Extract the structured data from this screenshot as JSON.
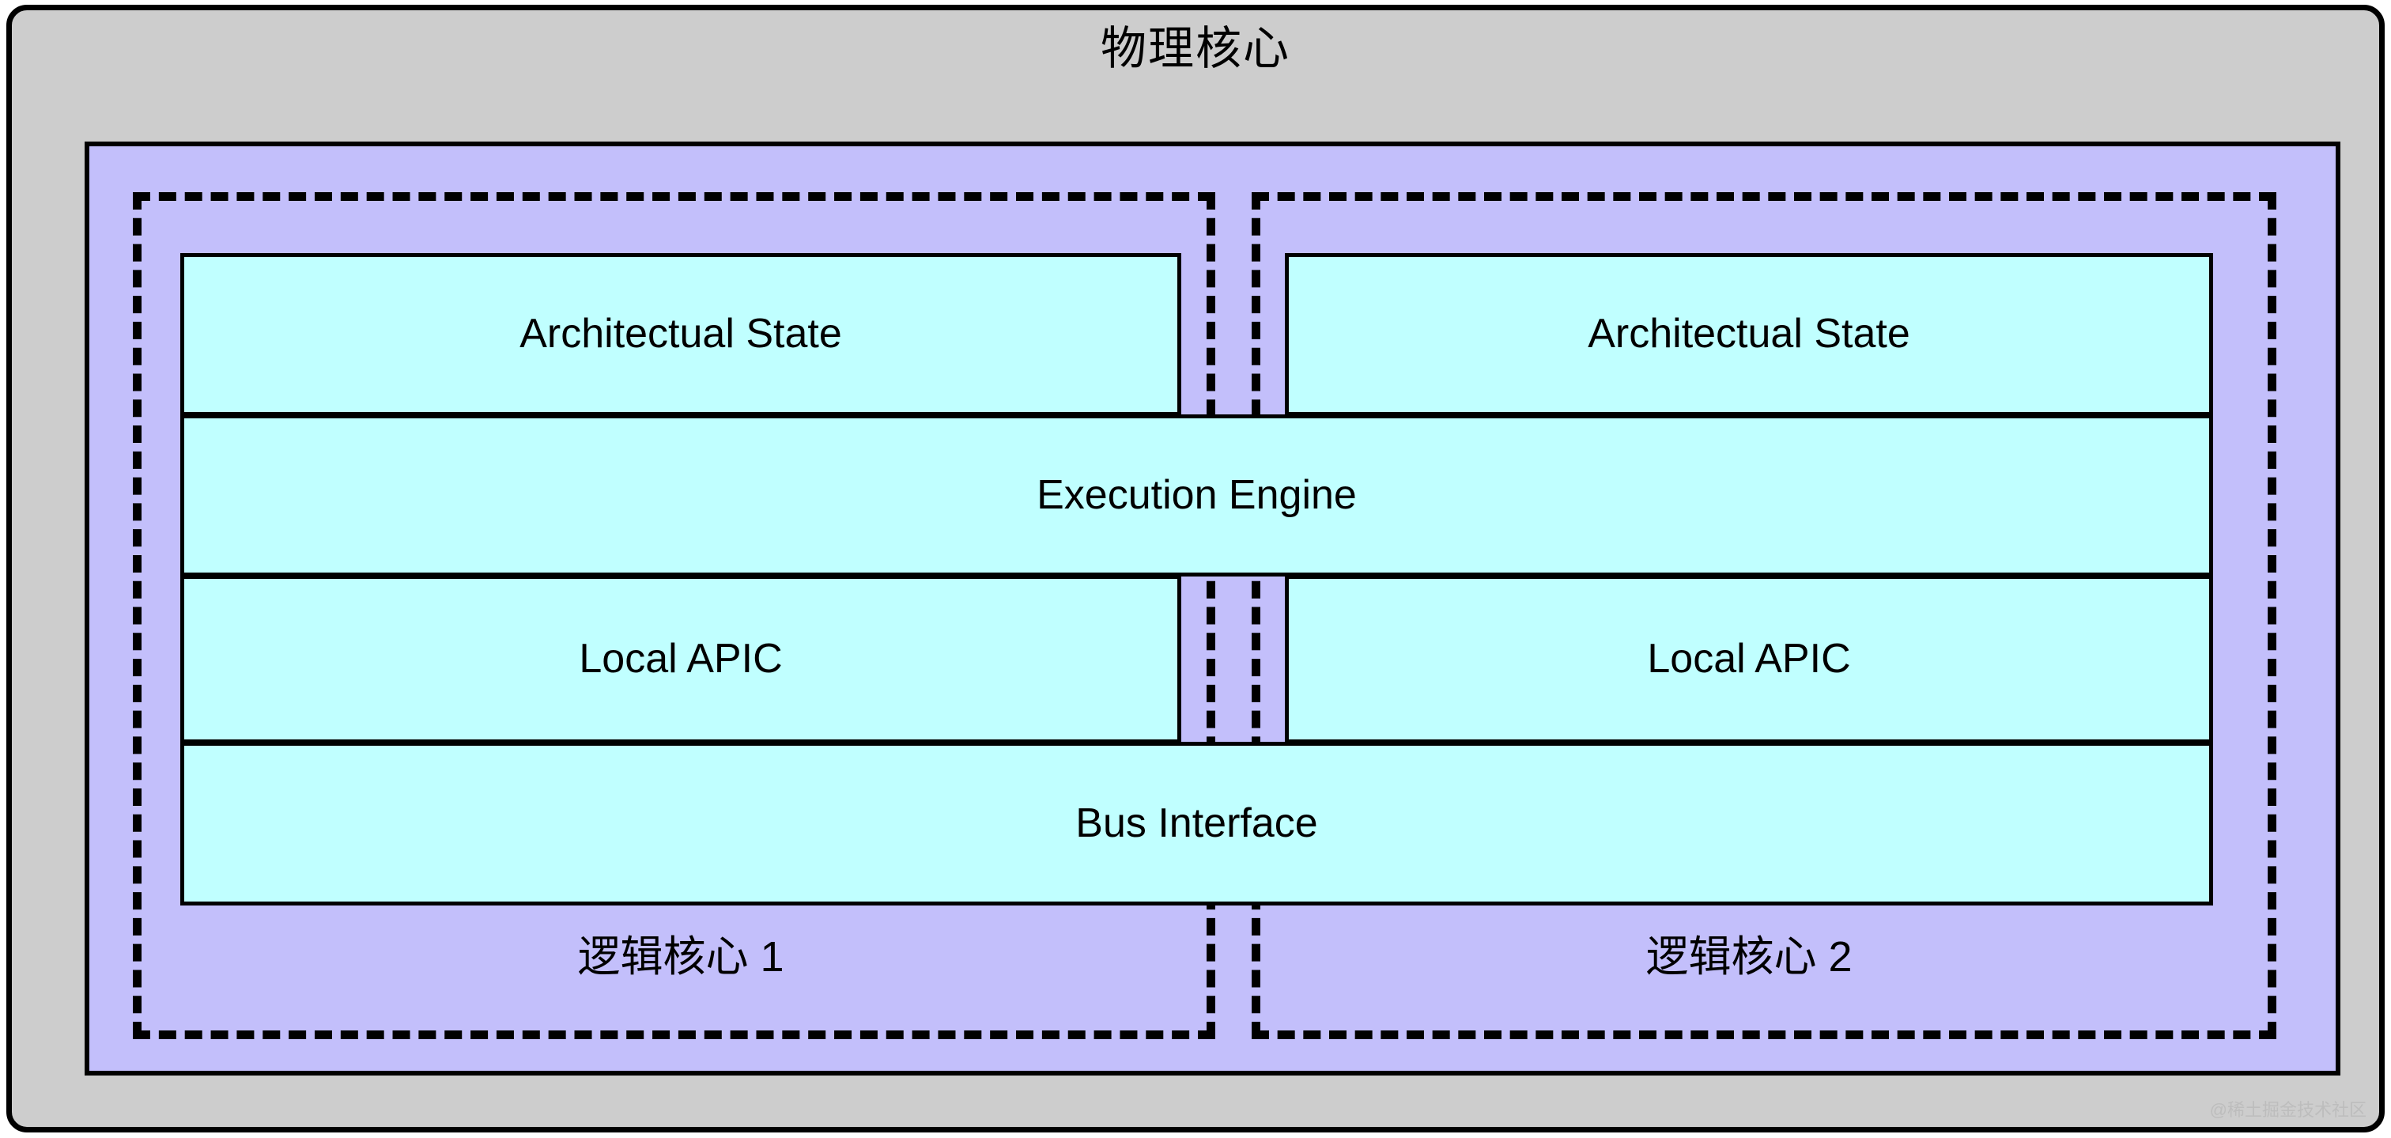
{
  "diagram": {
    "title": "物理核心",
    "colors": {
      "outer_fill": "#cdcdcd",
      "container_fill": "#c3bffb",
      "block_fill": "#c0ffff",
      "stroke": "#000000"
    },
    "logical_cores": [
      {
        "id": "logical-core-1",
        "caption": "逻辑核心 1",
        "blocks": [
          {
            "id": "architectural-state-1",
            "label": "Architectual State"
          },
          {
            "id": "local-apic-1",
            "label": "Local APIC"
          }
        ]
      },
      {
        "id": "logical-core-2",
        "caption": "逻辑核心 2",
        "blocks": [
          {
            "id": "architectural-state-2",
            "label": "Architectual State"
          },
          {
            "id": "local-apic-2",
            "label": "Local APIC"
          }
        ]
      }
    ],
    "shared_blocks": [
      {
        "id": "execution-engine",
        "label": "Execution Engine"
      },
      {
        "id": "bus-interface",
        "label": "Bus Interface"
      }
    ],
    "watermark": "@稀土掘金技术社区"
  }
}
